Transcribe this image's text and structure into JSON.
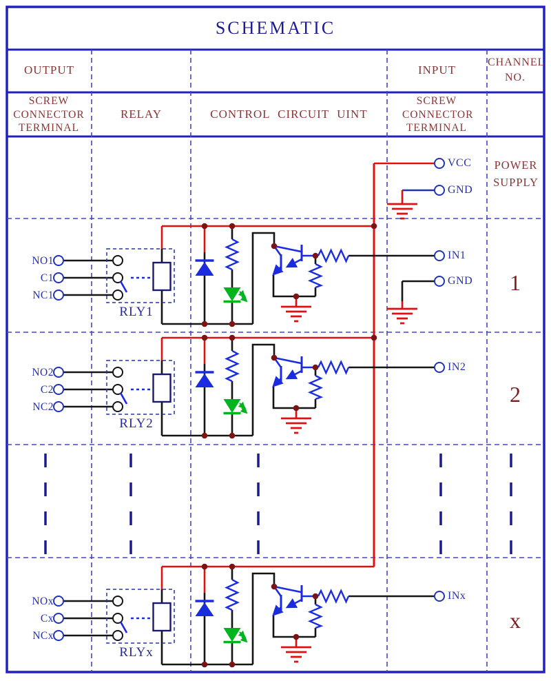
{
  "title": "SCHEMATIC",
  "headers": {
    "output": "OUTPUT",
    "input": "INPUT",
    "channel_no": "CHANNEL NO.",
    "output_terminal": "SCREW CONNECTOR TERMINAL",
    "relay": "RELAY",
    "control_unit": "CONTROL CIRCUIT UINT",
    "input_terminal": "SCREW CONNECTOR TERMINAL"
  },
  "power": {
    "vcc_label": "VCC",
    "gnd_label": "GND",
    "section_label": "POWER SUPPLY"
  },
  "channels": [
    {
      "no": "NO1",
      "c": "C1",
      "nc": "NC1",
      "relay": "RLY1",
      "in": "IN1",
      "gnd": "GND",
      "number": "1"
    },
    {
      "no": "NO2",
      "c": "C2",
      "nc": "NC2",
      "relay": "RLY2",
      "in": "IN2",
      "number": "2"
    },
    {
      "no": "NOx",
      "c": "Cx",
      "nc": "NCx",
      "relay": "RLYx",
      "in": "INx",
      "number": "x"
    }
  ],
  "colors": {
    "table_border_blue": "#2121bd",
    "grid_dash_blue": "#4646c0",
    "wire_black": "#141414",
    "vcc_red": "#e01010",
    "component_blue": "#1b2ce0",
    "led_green": "#00b41e",
    "junction_maroon": "#7a1414",
    "label_blue": "#2230b0",
    "header_red": "#8b3434",
    "title_navy": "#1c1c8f",
    "channel_number_red": "#7a1f1f"
  }
}
